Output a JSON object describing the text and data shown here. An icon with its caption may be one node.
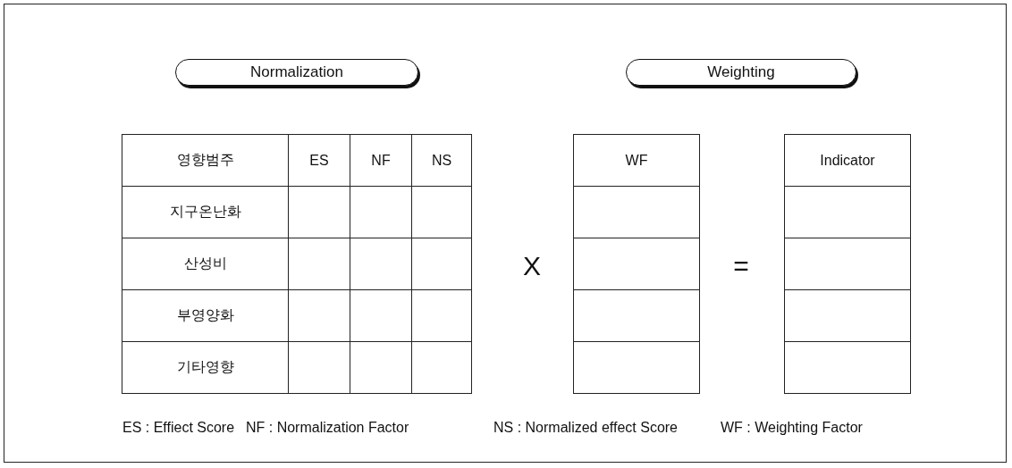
{
  "diagram": {
    "nodes": [
      {
        "text": [
          "Normalization"
        ]
      },
      {
        "text": [
          "Weighting"
        ]
      }
    ],
    "labels": [
      "영향범주",
      "ES",
      "NF",
      "NS",
      "WF",
      "Indicator",
      "지구온난화",
      "산성비",
      "X",
      "=",
      "부영양화",
      "기타영향",
      "ES : Effiect Score",
      "NF : Normalization Factor",
      "NS : Normalized effect Score",
      "WF : Weighting Factor"
    ]
  }
}
